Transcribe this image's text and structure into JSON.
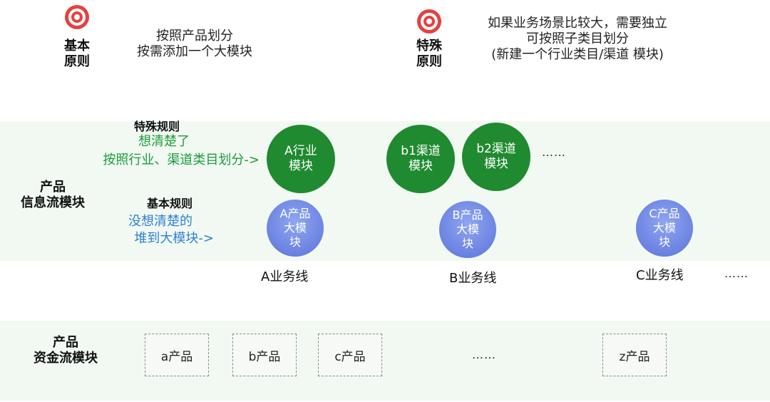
{
  "principles": {
    "basic": {
      "title_line1": "基本",
      "title_line2": "原则",
      "text_line1": "按照产品划分",
      "text_line2": "按需添加一个大模块"
    },
    "special": {
      "title_line1": "特殊",
      "title_line2": "原则",
      "text_line1": "如果业务场景比较大，需要独立",
      "text_line2": "可按照子类目划分",
      "text_line3": "(新建一个行业类目/渠道 模块)"
    }
  },
  "info_flow": {
    "label_line1": "产品",
    "label_line2": "信息流模块",
    "special_rule": {
      "title": "特殊规则",
      "line1": "想清楚了",
      "line2": "按照行业、渠道类目划分->"
    },
    "basic_rule": {
      "title": "基本规则",
      "line1": "没想清楚的",
      "line2": "堆到大模块->"
    },
    "green_modules": [
      {
        "line1": "A行业",
        "line2": "模块"
      },
      {
        "line1": "b1渠道",
        "line2": "模块"
      },
      {
        "line1": "b2渠道",
        "line2": "模块"
      }
    ],
    "green_more": "……",
    "blue_modules": [
      {
        "line1": "A产品",
        "line2": "大模",
        "line3": "块"
      },
      {
        "line1": "B产品",
        "line2": "大模",
        "line3": "块"
      },
      {
        "line1": "C产品",
        "line2": "大模",
        "line3": "块"
      }
    ],
    "business_lines": [
      "A业务线",
      "B业务线",
      "C业务线"
    ],
    "business_more": "……"
  },
  "fund_flow": {
    "label_line1": "产品",
    "label_line2": "资金流模块",
    "products": [
      "a产品",
      "b产品",
      "c产品",
      "z产品"
    ],
    "more": "……"
  },
  "colors": {
    "band": "#f1f9f2",
    "green_module": "#1f8a2f",
    "blue_module": "#6b82e2",
    "green_text": "#1e9a3b",
    "blue_text": "#2f7fd4",
    "target_red": "#e5413f"
  },
  "icons": {
    "principle": "target-icon"
  }
}
